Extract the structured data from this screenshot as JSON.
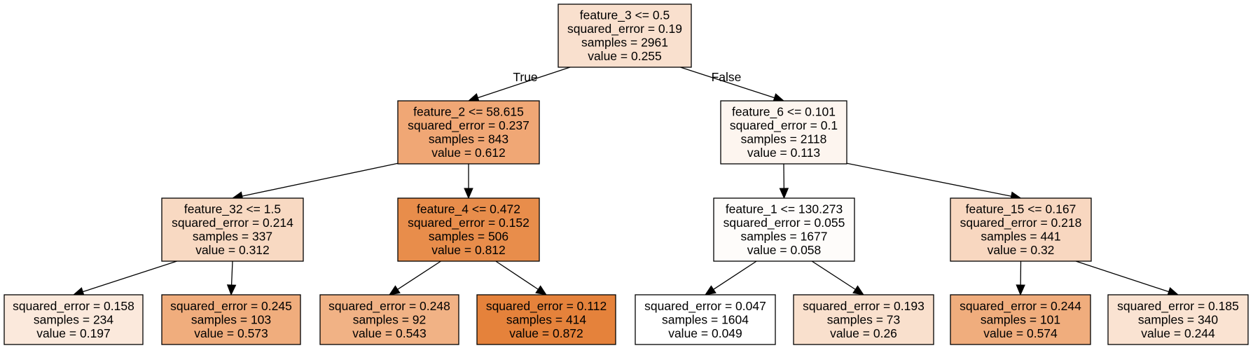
{
  "nodes": [
    {
      "id": "n0",
      "lines": [
        "feature_3 <= 0.5",
        "squared_error = 0.19",
        "samples = 2961",
        "value = 0.255"
      ],
      "fill": "#f9e0ce"
    },
    {
      "id": "n1",
      "lines": [
        "feature_2 <= 58.615",
        "squared_error = 0.237",
        "samples = 843",
        "value = 0.612"
      ],
      "fill": "#f0a775"
    },
    {
      "id": "n2",
      "lines": [
        "feature_32 <= 1.5",
        "squared_error = 0.214",
        "samples = 337",
        "value = 0.312"
      ],
      "fill": "#f8d9c2"
    },
    {
      "id": "n3",
      "lines": [
        "squared_error = 0.158",
        "samples = 234",
        "value = 0.197"
      ],
      "fill": "#fbe9dc"
    },
    {
      "id": "n4",
      "lines": [
        "squared_error = 0.245",
        "samples = 103",
        "value = 0.573"
      ],
      "fill": "#f0ad7d"
    },
    {
      "id": "n5",
      "lines": [
        "feature_4 <= 0.472",
        "squared_error = 0.152",
        "samples = 506",
        "value = 0.812"
      ],
      "fill": "#e88d4b"
    },
    {
      "id": "n6",
      "lines": [
        "squared_error = 0.248",
        "samples = 92",
        "value = 0.543"
      ],
      "fill": "#f1b285"
    },
    {
      "id": "n7",
      "lines": [
        "squared_error = 0.112",
        "samples = 414",
        "value = 0.872"
      ],
      "fill": "#e5823b"
    },
    {
      "id": "n8",
      "lines": [
        "feature_6 <= 0.101",
        "squared_error = 0.1",
        "samples = 2118",
        "value = 0.113"
      ],
      "fill": "#fdf5ef"
    },
    {
      "id": "n9",
      "lines": [
        "feature_1 <= 130.273",
        "squared_error = 0.055",
        "samples = 1677",
        "value = 0.058"
      ],
      "fill": "#fefcfa"
    },
    {
      "id": "n10",
      "lines": [
        "squared_error = 0.047",
        "samples = 1604",
        "value = 0.049"
      ],
      "fill": "#ffffff"
    },
    {
      "id": "n11",
      "lines": [
        "squared_error = 0.193",
        "samples = 73",
        "value = 0.26"
      ],
      "fill": "#f9e0cd"
    },
    {
      "id": "n12",
      "lines": [
        "feature_15 <= 0.167",
        "squared_error = 0.218",
        "samples = 441",
        "value = 0.32"
      ],
      "fill": "#f8d7c0"
    },
    {
      "id": "n13",
      "lines": [
        "squared_error = 0.244",
        "samples = 101",
        "value = 0.574"
      ],
      "fill": "#f0ad7d"
    },
    {
      "id": "n14",
      "lines": [
        "squared_error = 0.185",
        "samples = 340",
        "value = 0.244"
      ],
      "fill": "#fae3d2"
    }
  ],
  "edges": [
    {
      "from": "n0",
      "to": "n1",
      "label": "True"
    },
    {
      "from": "n0",
      "to": "n8",
      "label": "False"
    },
    {
      "from": "n1",
      "to": "n2",
      "label": ""
    },
    {
      "from": "n1",
      "to": "n5",
      "label": ""
    },
    {
      "from": "n2",
      "to": "n3",
      "label": ""
    },
    {
      "from": "n2",
      "to": "n4",
      "label": ""
    },
    {
      "from": "n5",
      "to": "n6",
      "label": ""
    },
    {
      "from": "n5",
      "to": "n7",
      "label": ""
    },
    {
      "from": "n8",
      "to": "n9",
      "label": ""
    },
    {
      "from": "n8",
      "to": "n12",
      "label": ""
    },
    {
      "from": "n9",
      "to": "n10",
      "label": ""
    },
    {
      "from": "n9",
      "to": "n11",
      "label": ""
    },
    {
      "from": "n12",
      "to": "n13",
      "label": ""
    },
    {
      "from": "n12",
      "to": "n14",
      "label": ""
    }
  ]
}
